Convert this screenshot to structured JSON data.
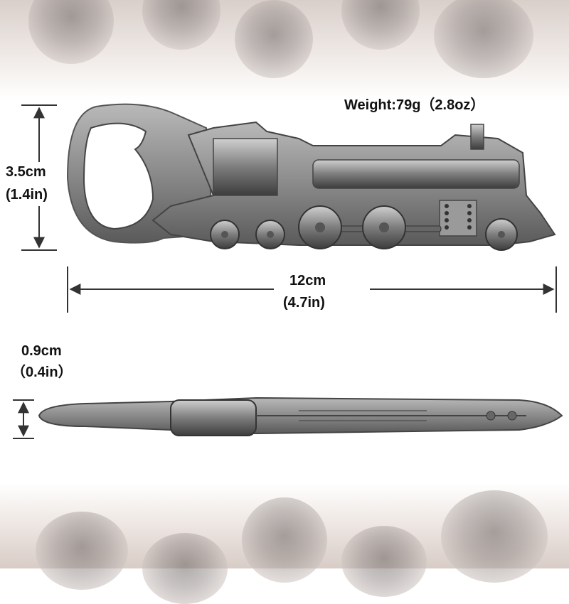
{
  "weight": {
    "label": "Weight:79g（2.8oz）"
  },
  "height": {
    "cm": "3.5cm",
    "in": "(1.4in)"
  },
  "length": {
    "cm": "12cm",
    "in": "(4.7in)"
  },
  "thickness": {
    "cm": "0.9cm",
    "in": "（0.4in）"
  },
  "colors": {
    "metal": "#8a8a8a",
    "metal_dark": "#4a4a4a",
    "text": "#111111"
  }
}
